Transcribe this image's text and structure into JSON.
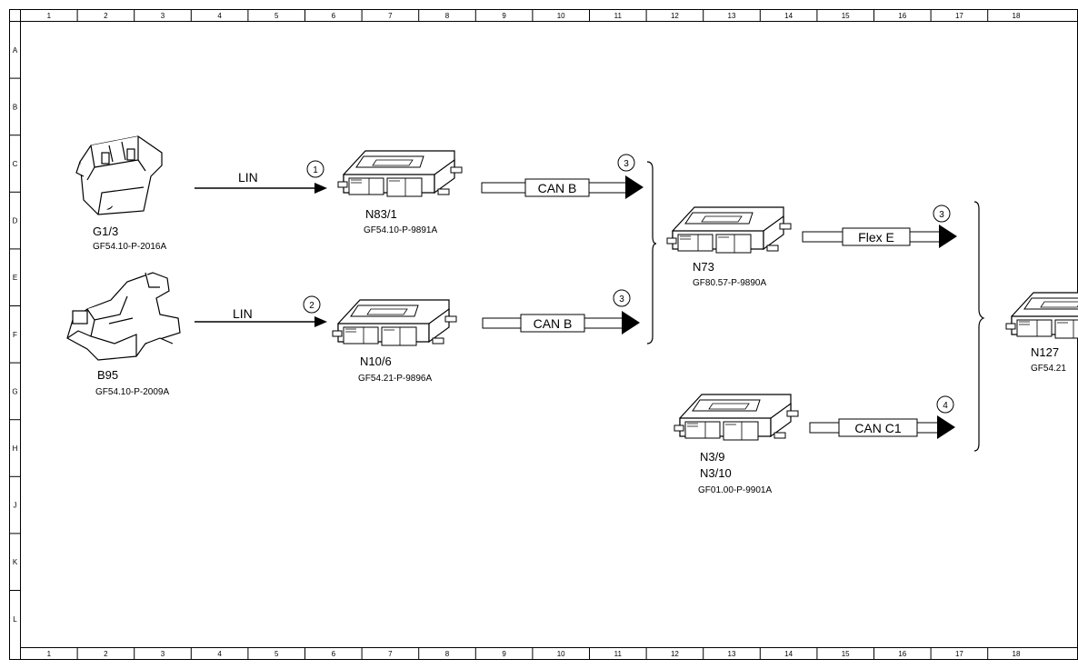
{
  "frame": {
    "columns": [
      "1",
      "2",
      "3",
      "4",
      "5",
      "6",
      "7",
      "8",
      "9",
      "10",
      "11",
      "12",
      "13",
      "14",
      "15",
      "16",
      "17",
      "18"
    ],
    "rows": [
      "A",
      "B",
      "C",
      "D",
      "E",
      "F",
      "G",
      "H",
      "J",
      "K",
      "L"
    ]
  },
  "components": {
    "g13": {
      "name": "G1/3",
      "code": "GF54.10-P-2016A"
    },
    "b95": {
      "name": "B95",
      "code": "GF54.10-P-2009A"
    },
    "n831": {
      "name": "N83/1",
      "code": "GF54.10-P-9891A"
    },
    "n106": {
      "name": "N10/6",
      "code": "GF54.21-P-9896A"
    },
    "n73": {
      "name": "N73",
      "code": "GF80.57-P-9890A"
    },
    "n39": {
      "name": "N3/9",
      "name2": "N3/10",
      "code": "GF01.00-P-9901A"
    },
    "n127": {
      "name": "N127",
      "code": "GF54.21"
    }
  },
  "connections": {
    "lin1": {
      "label": "LIN",
      "marker": "1"
    },
    "lin2": {
      "label": "LIN",
      "marker": "2"
    },
    "canb1": {
      "label": "CAN B",
      "marker": "3"
    },
    "canb2": {
      "label": "CAN B",
      "marker": "3"
    },
    "flexe": {
      "label": "Flex E",
      "marker": "3"
    },
    "canc1": {
      "label": "CAN C1",
      "marker": "4"
    }
  }
}
